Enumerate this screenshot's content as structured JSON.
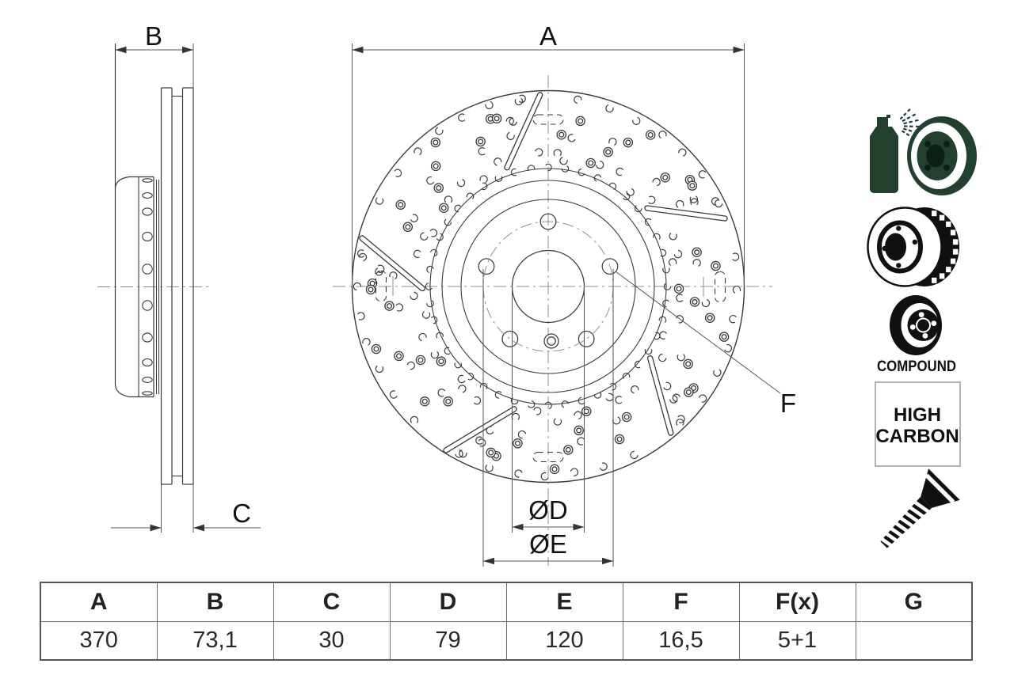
{
  "drawing": {
    "labels": {
      "A": "A",
      "B": "B",
      "C": "C",
      "D": "ØD",
      "E": "ØE",
      "F": "F"
    }
  },
  "icons": {
    "names": [
      "spray-coating-icon",
      "vented-disc-icon",
      "compound-disc-icon",
      "high-carbon-badge",
      "countersunk-screw-icon"
    ],
    "compound_label": "COMPOUND",
    "high_carbon_line1": "HIGH",
    "high_carbon_line2": "CARBON"
  },
  "table": {
    "headers": [
      "A",
      "B",
      "C",
      "D",
      "E",
      "F",
      "F(x)",
      "G"
    ],
    "values": [
      "370",
      "73,1",
      "30",
      "79",
      "120",
      "16,5",
      "5+1",
      ""
    ]
  },
  "colors": {
    "line": "#3a3a3a",
    "centerline": "#8f8f8f",
    "dimension": "#555555",
    "arrow": "#333333",
    "icon_green": "#21402e",
    "icon_green_dark": "#0b2014",
    "icon_black": "#101010",
    "badge_border": "#999999"
  }
}
